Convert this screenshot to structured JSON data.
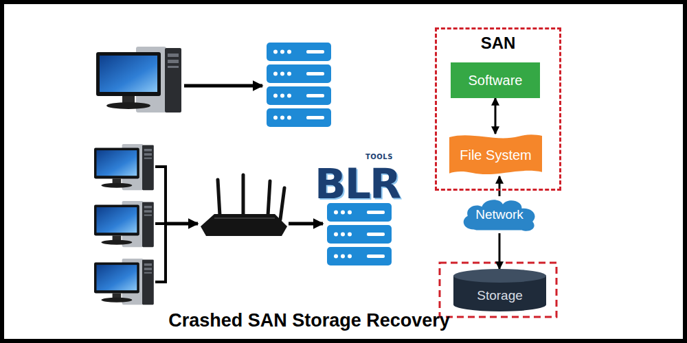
{
  "diagram": {
    "caption": "Crashed SAN Storage Recovery",
    "nodes": [
      {
        "text": [
          "SAN"
        ]
      },
      {
        "text": [
          "Software"
        ],
        "in": 0
      },
      {
        "text": [
          "File System"
        ],
        "in": 0
      },
      {
        "text": [
          "Network"
        ]
      },
      {
        "text": [
          "Storage"
        ]
      }
    ],
    "edges": [
      {
        "from": 1,
        "to": 2,
        "arrow": "both"
      },
      {
        "from": 3,
        "to": 2,
        "arrow": "to"
      },
      {
        "from": 3,
        "to": 4,
        "arrow": "to"
      }
    ],
    "labels": [
      "BLR",
      "TOOLS"
    ]
  }
}
